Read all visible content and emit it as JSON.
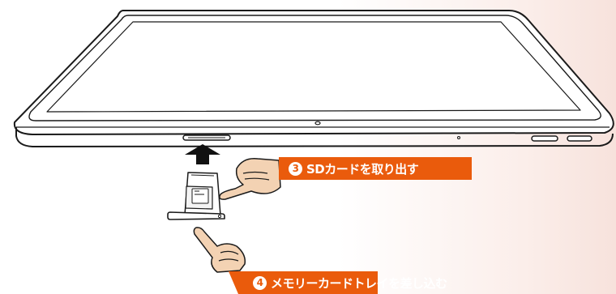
{
  "colors": {
    "accent": "#ea5b0c",
    "hand_fill": "#f3d2b3",
    "outline": "#1a1a1a",
    "background_tint": "#f7e2dc"
  },
  "steps": [
    {
      "number": "3",
      "label": "SDカードを取り出す"
    },
    {
      "number": "4",
      "label": "メモリーカードトレイを差し込む"
    }
  ],
  "icons": [
    "tablet-illustration",
    "card-tray-illustration",
    "insert-arrow-icon",
    "pointing-hand-icon"
  ]
}
